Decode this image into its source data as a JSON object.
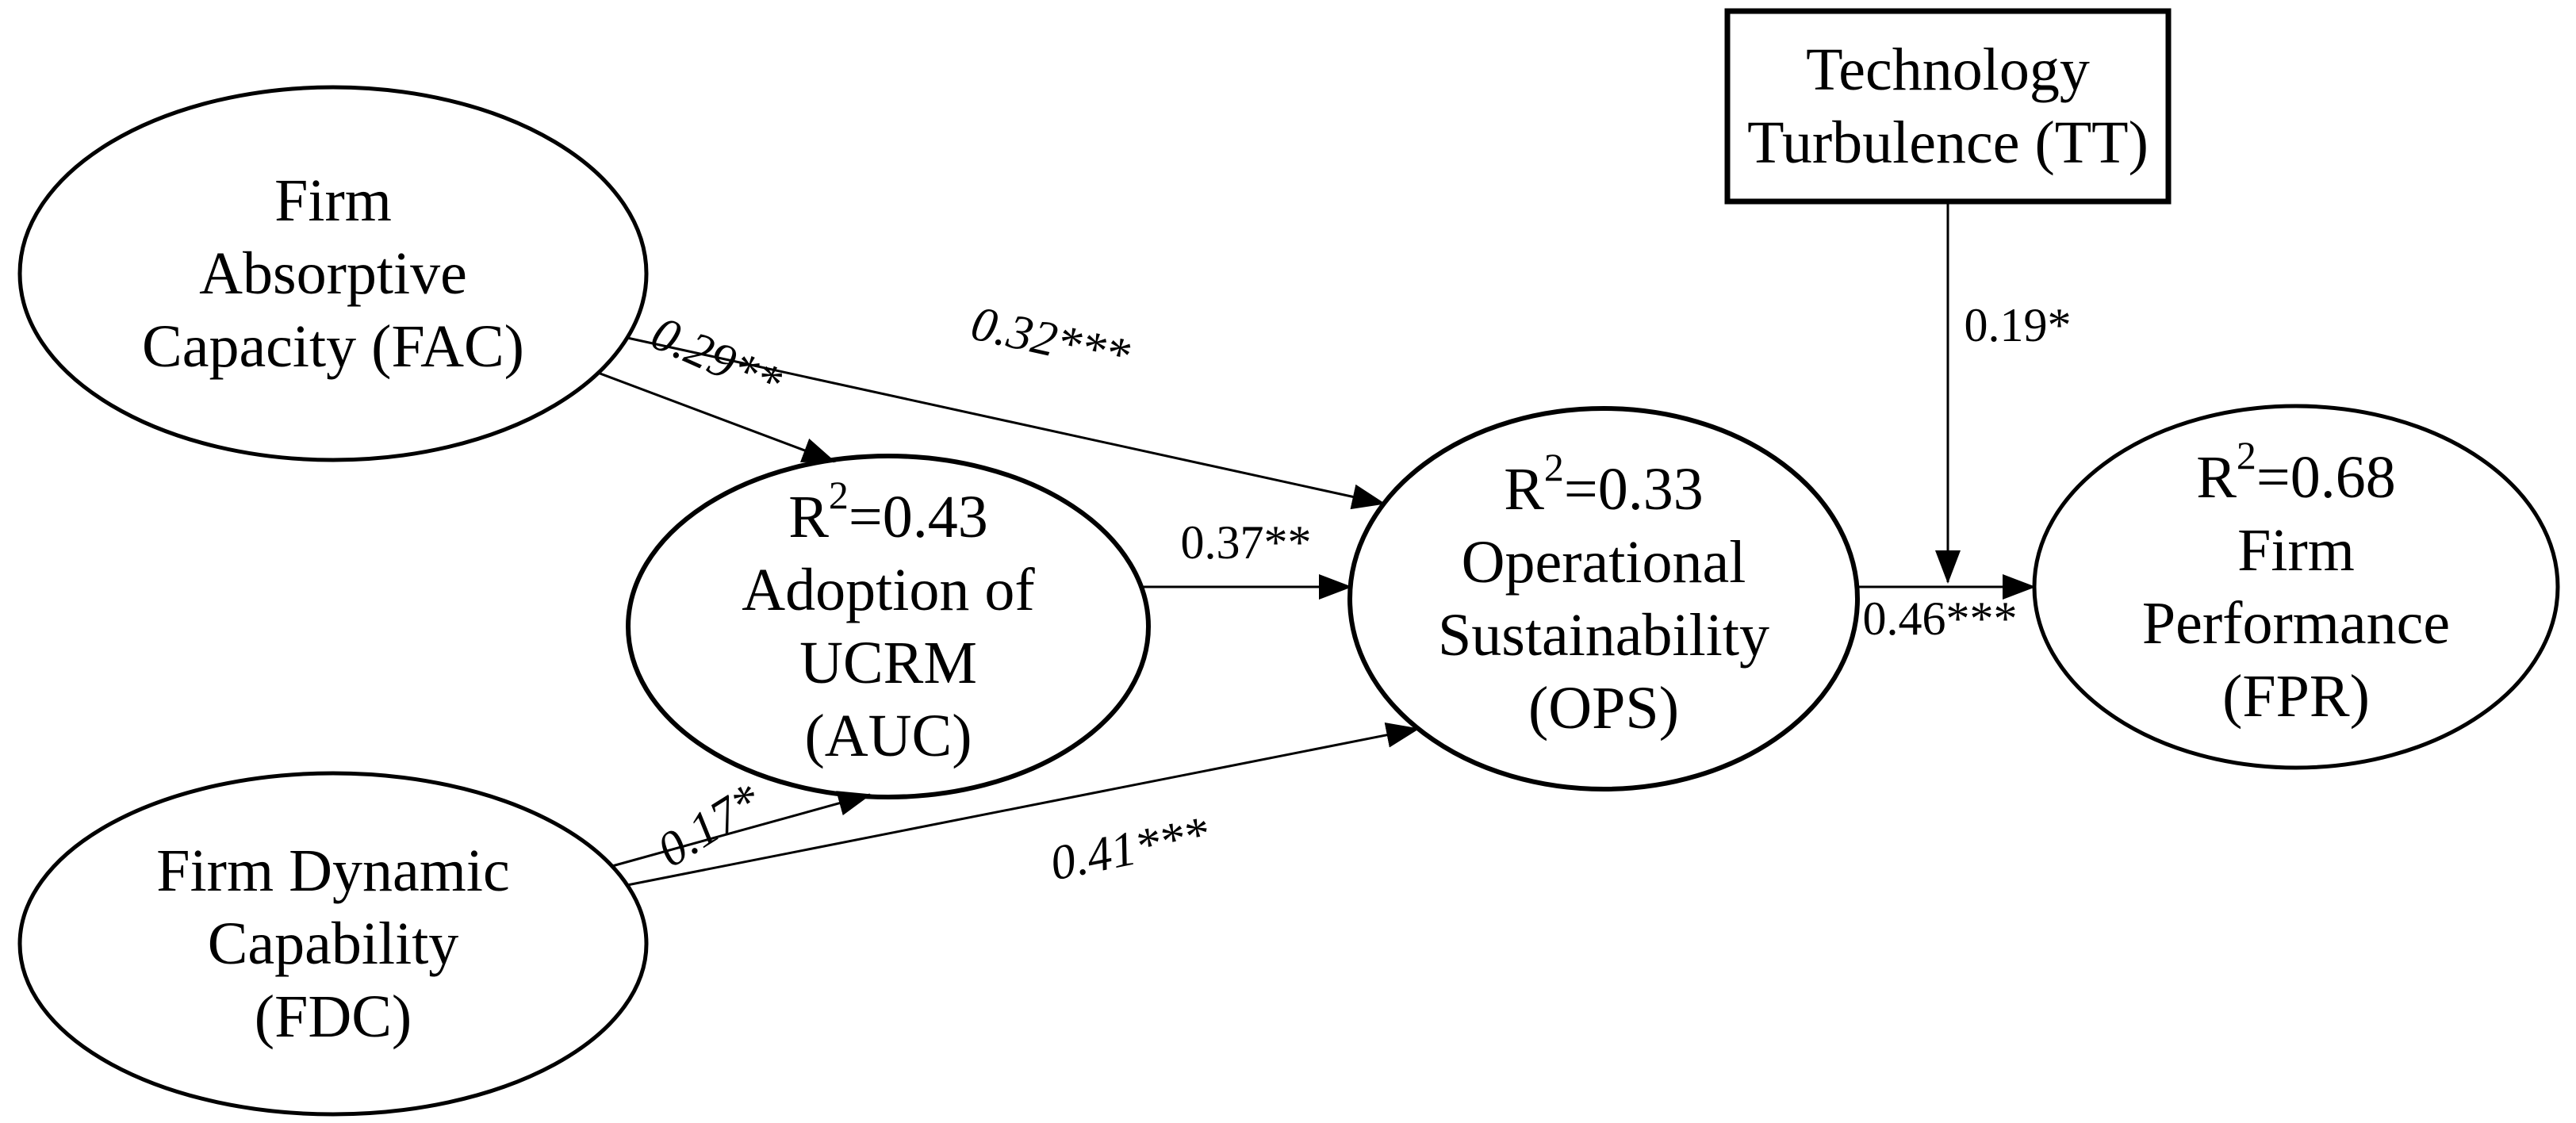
{
  "colors": {
    "ink": "#000000",
    "paper": "#ffffff"
  },
  "nodes": {
    "fac": {
      "lines": [
        "Firm",
        "Absorptive",
        "Capacity (FAC)"
      ]
    },
    "fdc": {
      "lines": [
        "Firm Dynamic",
        "Capability",
        "(FDC)"
      ]
    },
    "auc": {
      "r2": {
        "base": "R",
        "sup": "2",
        "val": "=0.43"
      },
      "lines": [
        "Adoption of",
        "UCRM",
        "(AUC)"
      ]
    },
    "ops": {
      "r2": {
        "base": "R",
        "sup": "2",
        "val": "=0.33"
      },
      "lines": [
        "Operational",
        "Sustainability",
        "(OPS)"
      ]
    },
    "fpr": {
      "r2": {
        "base": "R",
        "sup": "2",
        "val": "=0.68"
      },
      "lines": [
        "Firm",
        "Performance",
        "(FPR)"
      ]
    },
    "tt": {
      "lines": [
        "Technology",
        "Turbulence (TT)"
      ]
    }
  },
  "edges": {
    "fac_auc": {
      "from": "FAC",
      "to": "AUC",
      "label": "0.29**"
    },
    "fac_ops": {
      "from": "FAC",
      "to": "OPS",
      "label": "0.32***"
    },
    "fdc_auc": {
      "from": "FDC",
      "to": "AUC",
      "label": "0.17*"
    },
    "fdc_ops": {
      "from": "FDC",
      "to": "OPS",
      "label": "0.41***"
    },
    "auc_ops": {
      "from": "AUC",
      "to": "OPS",
      "label": "0.37**"
    },
    "ops_fpr": {
      "from": "OPS",
      "to": "FPR",
      "label": "0.46***"
    },
    "tt_ops_fpr": {
      "from": "TT",
      "to": "OPS-FPR path",
      "label": "0.19*"
    }
  }
}
